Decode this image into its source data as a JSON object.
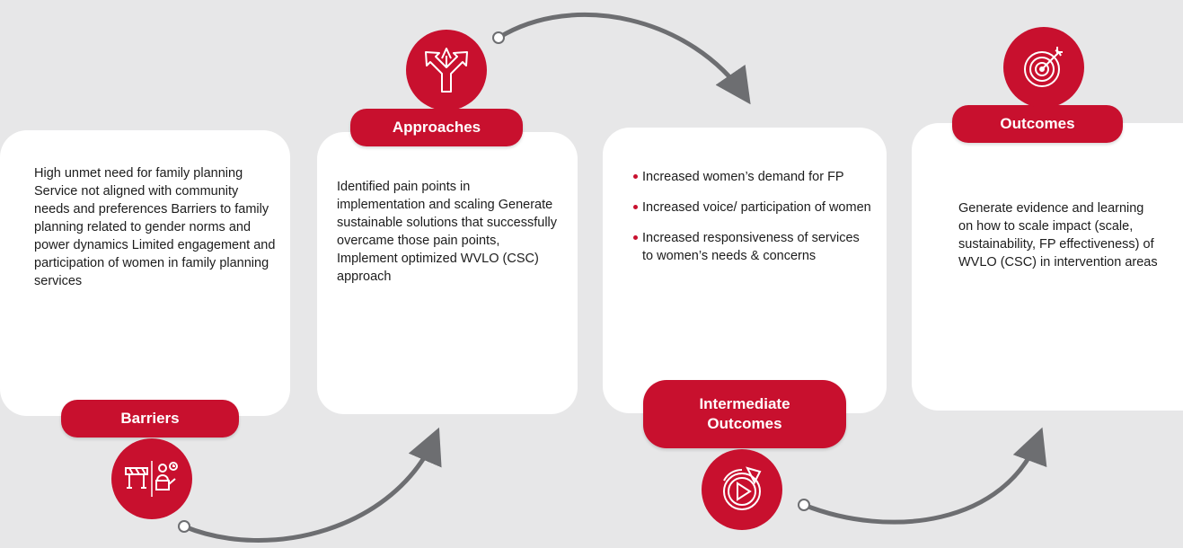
{
  "steps": {
    "barriers": {
      "label": "Barriers",
      "icon": "roadblock-presenter-icon",
      "text": "High unmet need for family planning Service not aligned with community needs and preferences Barriers to family planning related to gender norms and power dynamics Limited engagement and participation of women in family planning services"
    },
    "approaches": {
      "label": "Approaches",
      "icon": "diverging-arrows-icon",
      "text": "Identified pain points in implementation and scaling Generate sustainable solutions that successfully overcame those pain points, Implement optimized WVLO (CSC) approach"
    },
    "intermediate": {
      "label": "Intermediate\nOutcomes",
      "icon": "play-cycle-icon",
      "bullets": [
        "Increased women’s demand for FP",
        "Increased voice/ participation of women",
        "Increased responsiveness of services to women’s needs & concerns"
      ]
    },
    "outcomes": {
      "label": "Outcomes",
      "icon": "target-dart-icon",
      "text": "Generate evidence and learning on how to scale impact (scale, sustainability, FP effectiveness) of WVLO (CSC) in intervention areas"
    }
  },
  "colors": {
    "accent": "#c8102e",
    "background": "#e7e7e8",
    "card": "#ffffff",
    "arrow": "#6d6e71"
  }
}
